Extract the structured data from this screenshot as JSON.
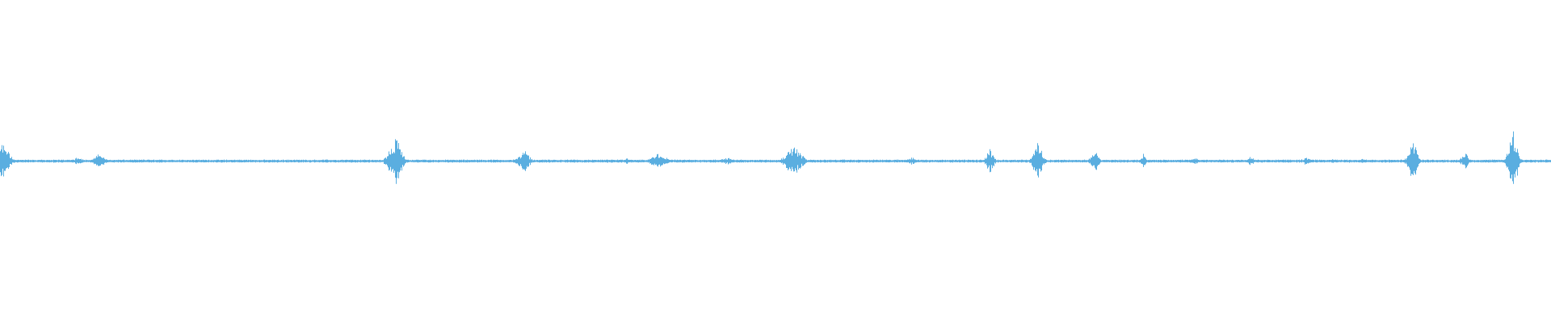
{
  "waveform": {
    "color": "#5aaee0",
    "baseline_color": "#6bb8e6",
    "events": [
      {
        "t": 0.0008,
        "amp": 0.06,
        "spread": 0.004
      },
      {
        "t": 0.05,
        "amp": 0.012,
        "spread": 0.003
      },
      {
        "t": 0.064,
        "amp": 0.022,
        "spread": 0.003
      },
      {
        "t": 0.2545,
        "amp": 0.078,
        "spread": 0.0035
      },
      {
        "t": 0.3375,
        "amp": 0.035,
        "spread": 0.003
      },
      {
        "t": 0.4035,
        "amp": 0.01,
        "spread": 0.002
      },
      {
        "t": 0.4245,
        "amp": 0.025,
        "spread": 0.004
      },
      {
        "t": 0.4685,
        "amp": 0.012,
        "spread": 0.003
      },
      {
        "t": 0.5115,
        "amp": 0.045,
        "spread": 0.0045
      },
      {
        "t": 0.5875,
        "amp": 0.012,
        "spread": 0.003
      },
      {
        "t": 0.638,
        "amp": 0.042,
        "spread": 0.002
      },
      {
        "t": 0.669,
        "amp": 0.058,
        "spread": 0.0025
      },
      {
        "t": 0.7055,
        "amp": 0.038,
        "spread": 0.002
      },
      {
        "t": 0.737,
        "amp": 0.025,
        "spread": 0.0012
      },
      {
        "t": 0.7705,
        "amp": 0.01,
        "spread": 0.002
      },
      {
        "t": 0.8065,
        "amp": 0.018,
        "spread": 0.0015
      },
      {
        "t": 0.8425,
        "amp": 0.012,
        "spread": 0.003
      },
      {
        "t": 0.8595,
        "amp": 0.01,
        "spread": 0.0015
      },
      {
        "t": 0.8785,
        "amp": 0.008,
        "spread": 0.002
      },
      {
        "t": 0.9105,
        "amp": 0.06,
        "spread": 0.0025
      },
      {
        "t": 0.9445,
        "amp": 0.028,
        "spread": 0.002
      },
      {
        "t": 0.9755,
        "amp": 0.095,
        "spread": 0.0025
      }
    ]
  }
}
